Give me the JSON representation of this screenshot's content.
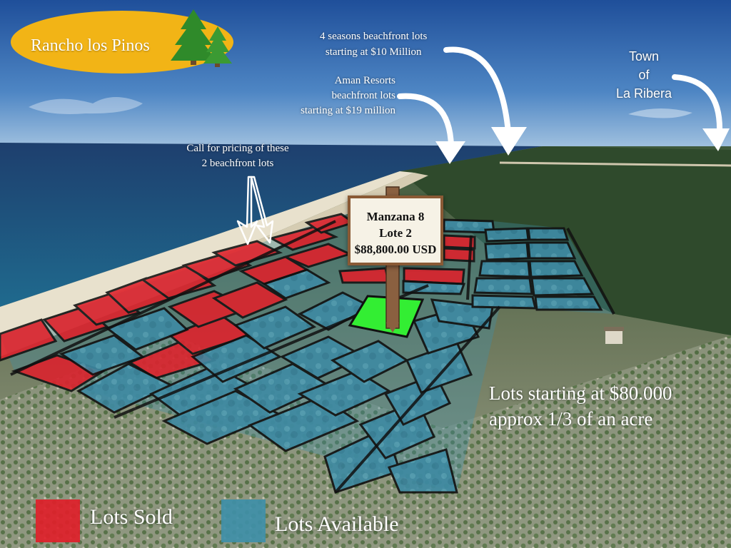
{
  "logo": {
    "text": "Rancho los Pinos",
    "bg_color": "#f2b416"
  },
  "annotations": {
    "four_seasons": {
      "line1": "4 seasons beachfront lots",
      "line2": "starting at $10 Million"
    },
    "aman": {
      "line1": "Aman Resorts",
      "line2": "beachfront lots",
      "line3": "starting at $19 million"
    },
    "town": {
      "line1": "Town",
      "line2": "of",
      "line3": "La Ribera"
    },
    "call": {
      "line1": "Call for pricing of these",
      "line2": "2 beachfront lots"
    },
    "pricing": {
      "line1": "Lots starting at $80.000",
      "line2": "approx 1/3 of an acre"
    }
  },
  "sign": {
    "line1": "Manzana 8",
    "line2": "Lote 2",
    "line3": "$88,800.00 USD"
  },
  "legend": {
    "sold": {
      "label": "Lots Sold",
      "color": "#e0202a"
    },
    "available": {
      "label": "Lots Available",
      "color": "#3f8fa8"
    }
  },
  "colors": {
    "sold": "#e0202a",
    "available": "#3f8fa8",
    "highlighted": "#33ee33",
    "arrow": "#ffffff"
  }
}
